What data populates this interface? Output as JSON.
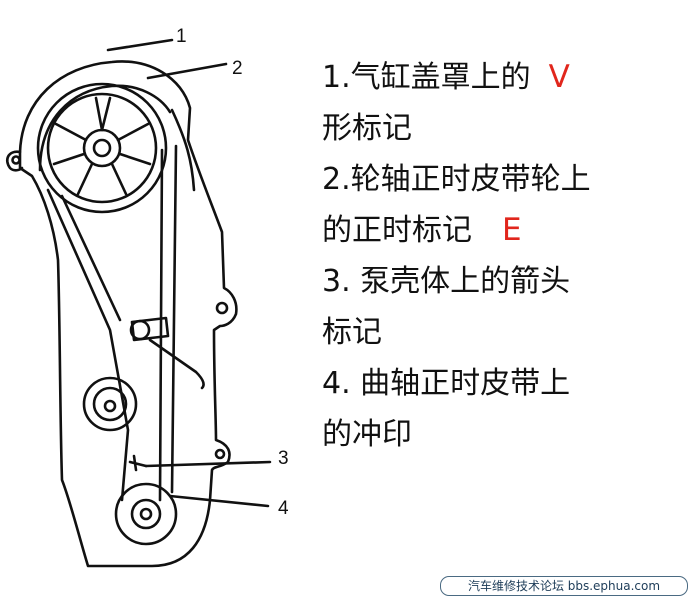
{
  "diagram": {
    "callouts": [
      "1",
      "2",
      "3",
      "4"
    ]
  },
  "legend": {
    "line1": "1.气缸盖罩上的",
    "mark_v": "V",
    "line2": "形标记",
    "line3": "2.轮轴正时皮带轮上",
    "line4": "的正时标记",
    "mark_e": "E",
    "line5": "3.  泵壳体上的箭头",
    "line6": "标记",
    "line7": "4.  曲轴正时皮带上",
    "line8": "的冲印"
  },
  "watermark": "汽车维修技术论坛 bbs.ephua.com",
  "colors": {
    "mark": "#e1261c",
    "line": "#111111",
    "watermark": "#1d3c58"
  }
}
